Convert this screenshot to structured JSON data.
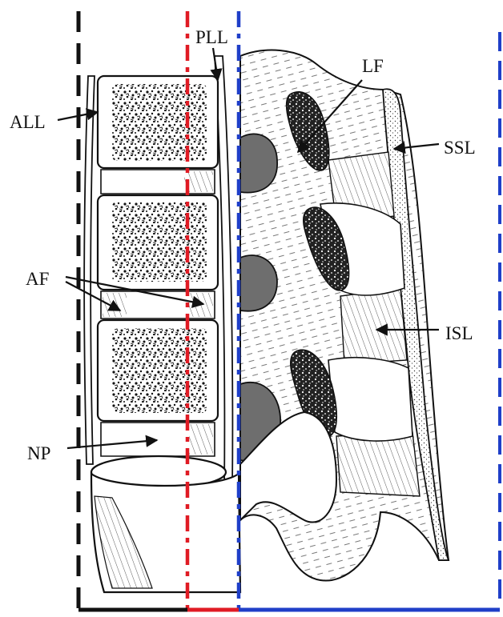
{
  "labels": {
    "all": "ALL",
    "pll": "PLL",
    "lf": "LF",
    "ssl": "SSL",
    "af": "AF",
    "isl": "ISL",
    "np": "NP"
  },
  "colors": {
    "ink": "#111111",
    "anterior_column": "#111111",
    "middle_column": "#e01b24",
    "posterior_column": "#1f3fc8",
    "foramen_fill": "#6e6e6e",
    "bone_fill": "#ffffff"
  }
}
